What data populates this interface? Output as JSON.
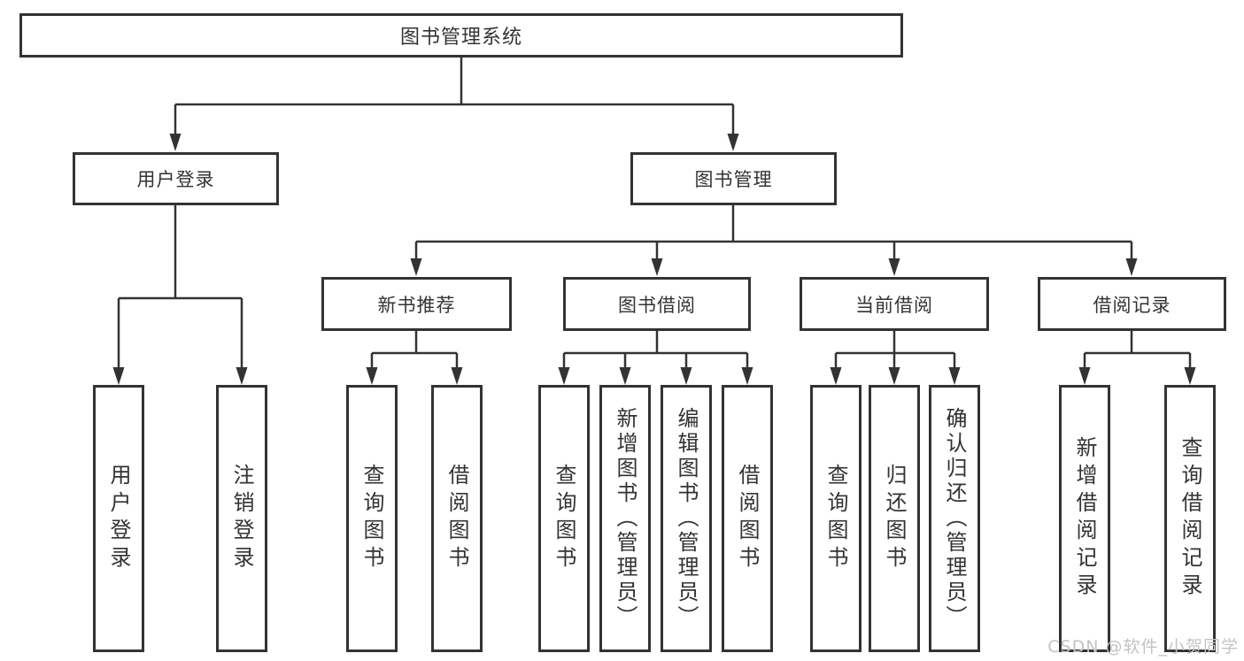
{
  "tree": {
    "root": {
      "label": "图书管理系统",
      "children": [
        {
          "label": "用户登录",
          "children": [
            {
              "label": "用户登录"
            },
            {
              "label": "注销登录"
            }
          ]
        },
        {
          "label": "图书管理",
          "children": [
            {
              "label": "新书推荐",
              "children": [
                {
                  "label": "查询图书"
                },
                {
                  "label": "借阅图书"
                }
              ]
            },
            {
              "label": "图书借阅",
              "children": [
                {
                  "label": "查询图书"
                },
                {
                  "label": "新增图书（管理员）"
                },
                {
                  "label": "编辑图书（管理员）"
                },
                {
                  "label": "借阅图书"
                }
              ]
            },
            {
              "label": "当前借阅",
              "children": [
                {
                  "label": "查询图书"
                },
                {
                  "label": "归还图书"
                },
                {
                  "label": "确认归还（管理员）"
                }
              ]
            },
            {
              "label": "借阅记录",
              "children": [
                {
                  "label": "新增借阅记录"
                },
                {
                  "label": "查询借阅记录"
                }
              ]
            }
          ]
        }
      ]
    }
  },
  "watermark": {
    "text": "CSDN @软件_小贺同学"
  },
  "colors": {
    "line": "#333333",
    "box_border": "#333333",
    "text": "#333333",
    "watermark": "#c4c4c4",
    "background": "#ffffff"
  }
}
